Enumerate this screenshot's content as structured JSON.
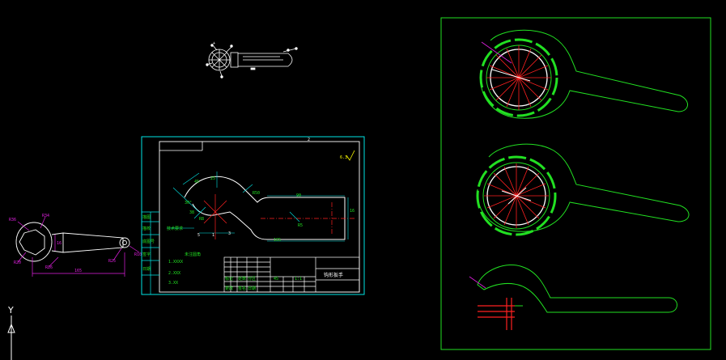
{
  "colors": {
    "background": "#000000",
    "white": "#ffffff",
    "cyan": "#00e5e5",
    "green": "#22e022",
    "red": "#ff2020",
    "magenta": "#e020e0",
    "yellow": "#ffff00"
  },
  "ucs": {
    "y_label": "Y"
  },
  "top_view": {
    "ring_label": "+"
  },
  "left_drawing": {
    "labels": {
      "r1": "R36",
      "r2": "R34",
      "d1": "R20",
      "d2": "R26",
      "d3": "R25",
      "d4": "R10",
      "len": "165",
      "w": "16"
    }
  },
  "sheet": {
    "top_number": "2",
    "roughness_label": "6.3",
    "dims": {
      "d_a": "45",
      "d_b": "25",
      "d_c": "30°",
      "d_d": "R50",
      "d_e": "165",
      "d_f": "16",
      "d_g": "5",
      "d_h": "3",
      "d_i": "1",
      "d_j": "90",
      "d_k": "R5",
      "d_l": "38",
      "d_m": "R8"
    },
    "note_left": "技术要求",
    "note_mid": "未注圆角",
    "side_notes": [
      "1.XXXX",
      "2.XXX",
      "3.XX"
    ],
    "side_codes": [
      "描图",
      "描校",
      "底图号",
      "签字",
      "日期"
    ],
    "title_block": {
      "name": "钩形扳手",
      "scale": "1:1",
      "material": "45",
      "cells": [
        "标记",
        "处数",
        "分区",
        "更改",
        "签名",
        "日期"
      ]
    }
  }
}
